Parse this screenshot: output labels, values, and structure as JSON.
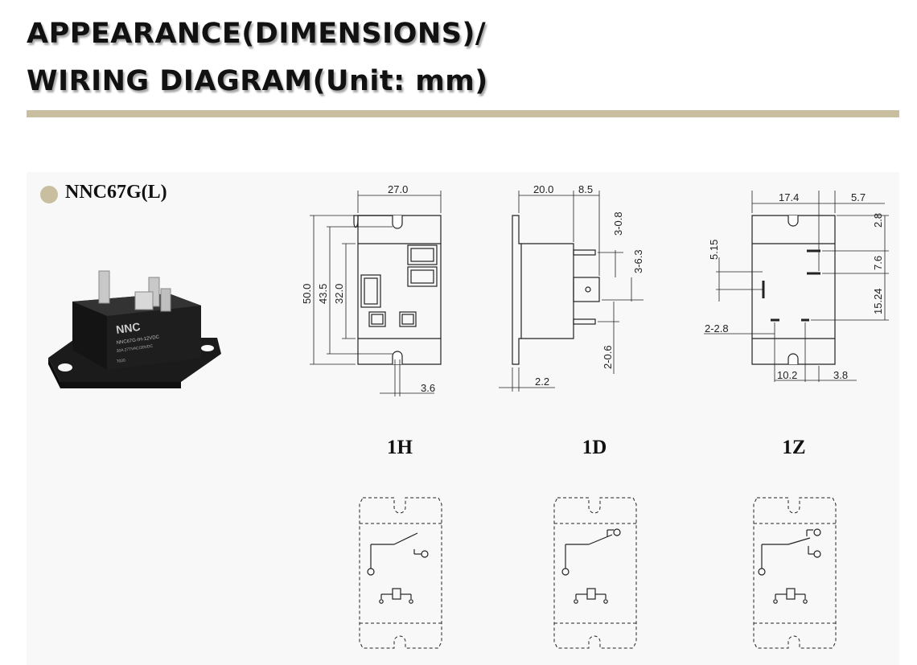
{
  "header": {
    "title_line1": "APPEARANCE(DIMENSIONS)/",
    "title_line2": "WIRING DIAGRAM(Unit: mm)"
  },
  "product": {
    "model": "NNC67G(L)",
    "photo_brand": "NNC",
    "photo_marking_1": "NNC67G-IH-12VDC",
    "photo_marking_2": "30A 277VAC/30VDC",
    "photo_marking_3": "7020"
  },
  "dimensions": {
    "front": {
      "width": "27.0",
      "height_total": "50.0",
      "height_holes": "43.5",
      "height_body": "32.0",
      "slot_width": "3.6"
    },
    "side": {
      "depth": "20.0",
      "terminal_length": "8.5",
      "terminal_1": "3-0.8",
      "terminal_2": "3-6.3",
      "terminal_3": "2-0.6",
      "flange": "2.2"
    },
    "bottom": {
      "width_a": "17.4",
      "width_b": "5.7",
      "offset_top": "2.8",
      "pitch_1": "7.6",
      "pitch_2": "15.24",
      "left_offset": "5.15",
      "pin_spec": "2-2.8",
      "bottom_a": "10.2",
      "bottom_b": "3.8"
    }
  },
  "wiring": {
    "labels": [
      "1H",
      "1D",
      "1Z"
    ]
  },
  "colors": {
    "accent": "#c9bfa0",
    "panel": "#f8f8f8",
    "line": "#222222"
  }
}
